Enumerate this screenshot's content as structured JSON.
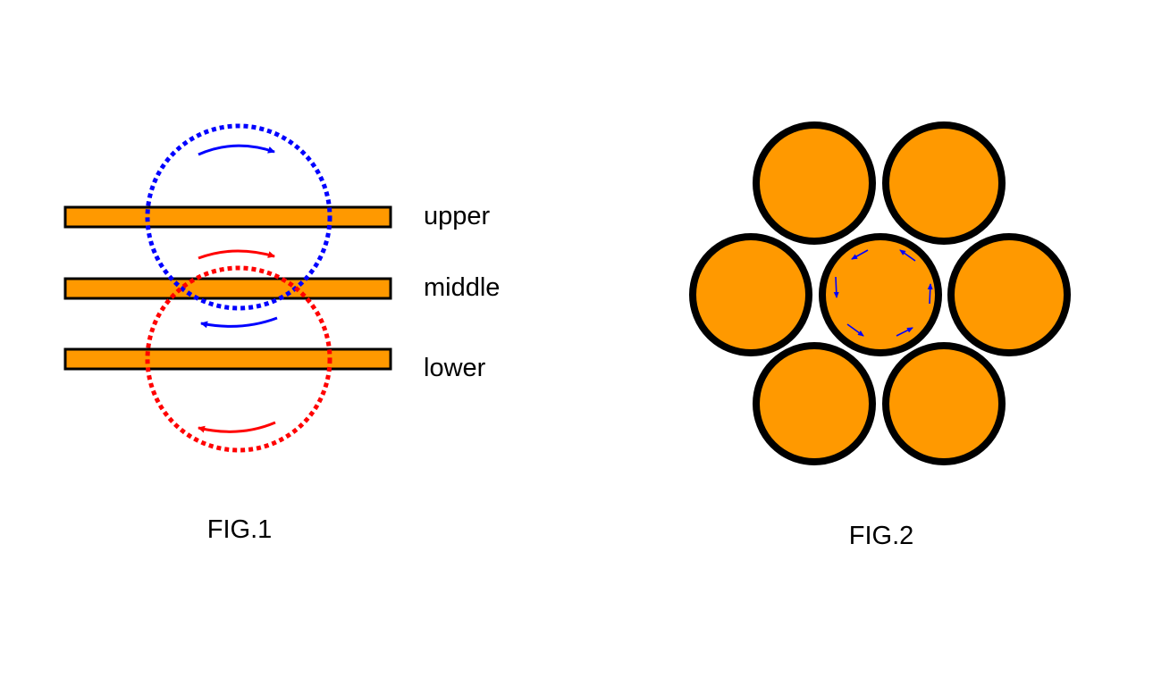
{
  "fig1": {
    "caption": "FIG.1",
    "bars": [
      {
        "label": "upper"
      },
      {
        "label": "middle"
      },
      {
        "label": "lower"
      }
    ]
  },
  "fig2": {
    "caption": "FIG.2"
  },
  "colors": {
    "conductor_fill": "#ff9900",
    "outline": "#000000",
    "upper_field": "#0000ff",
    "lower_field": "#ff0000",
    "background": "#ffffff"
  }
}
